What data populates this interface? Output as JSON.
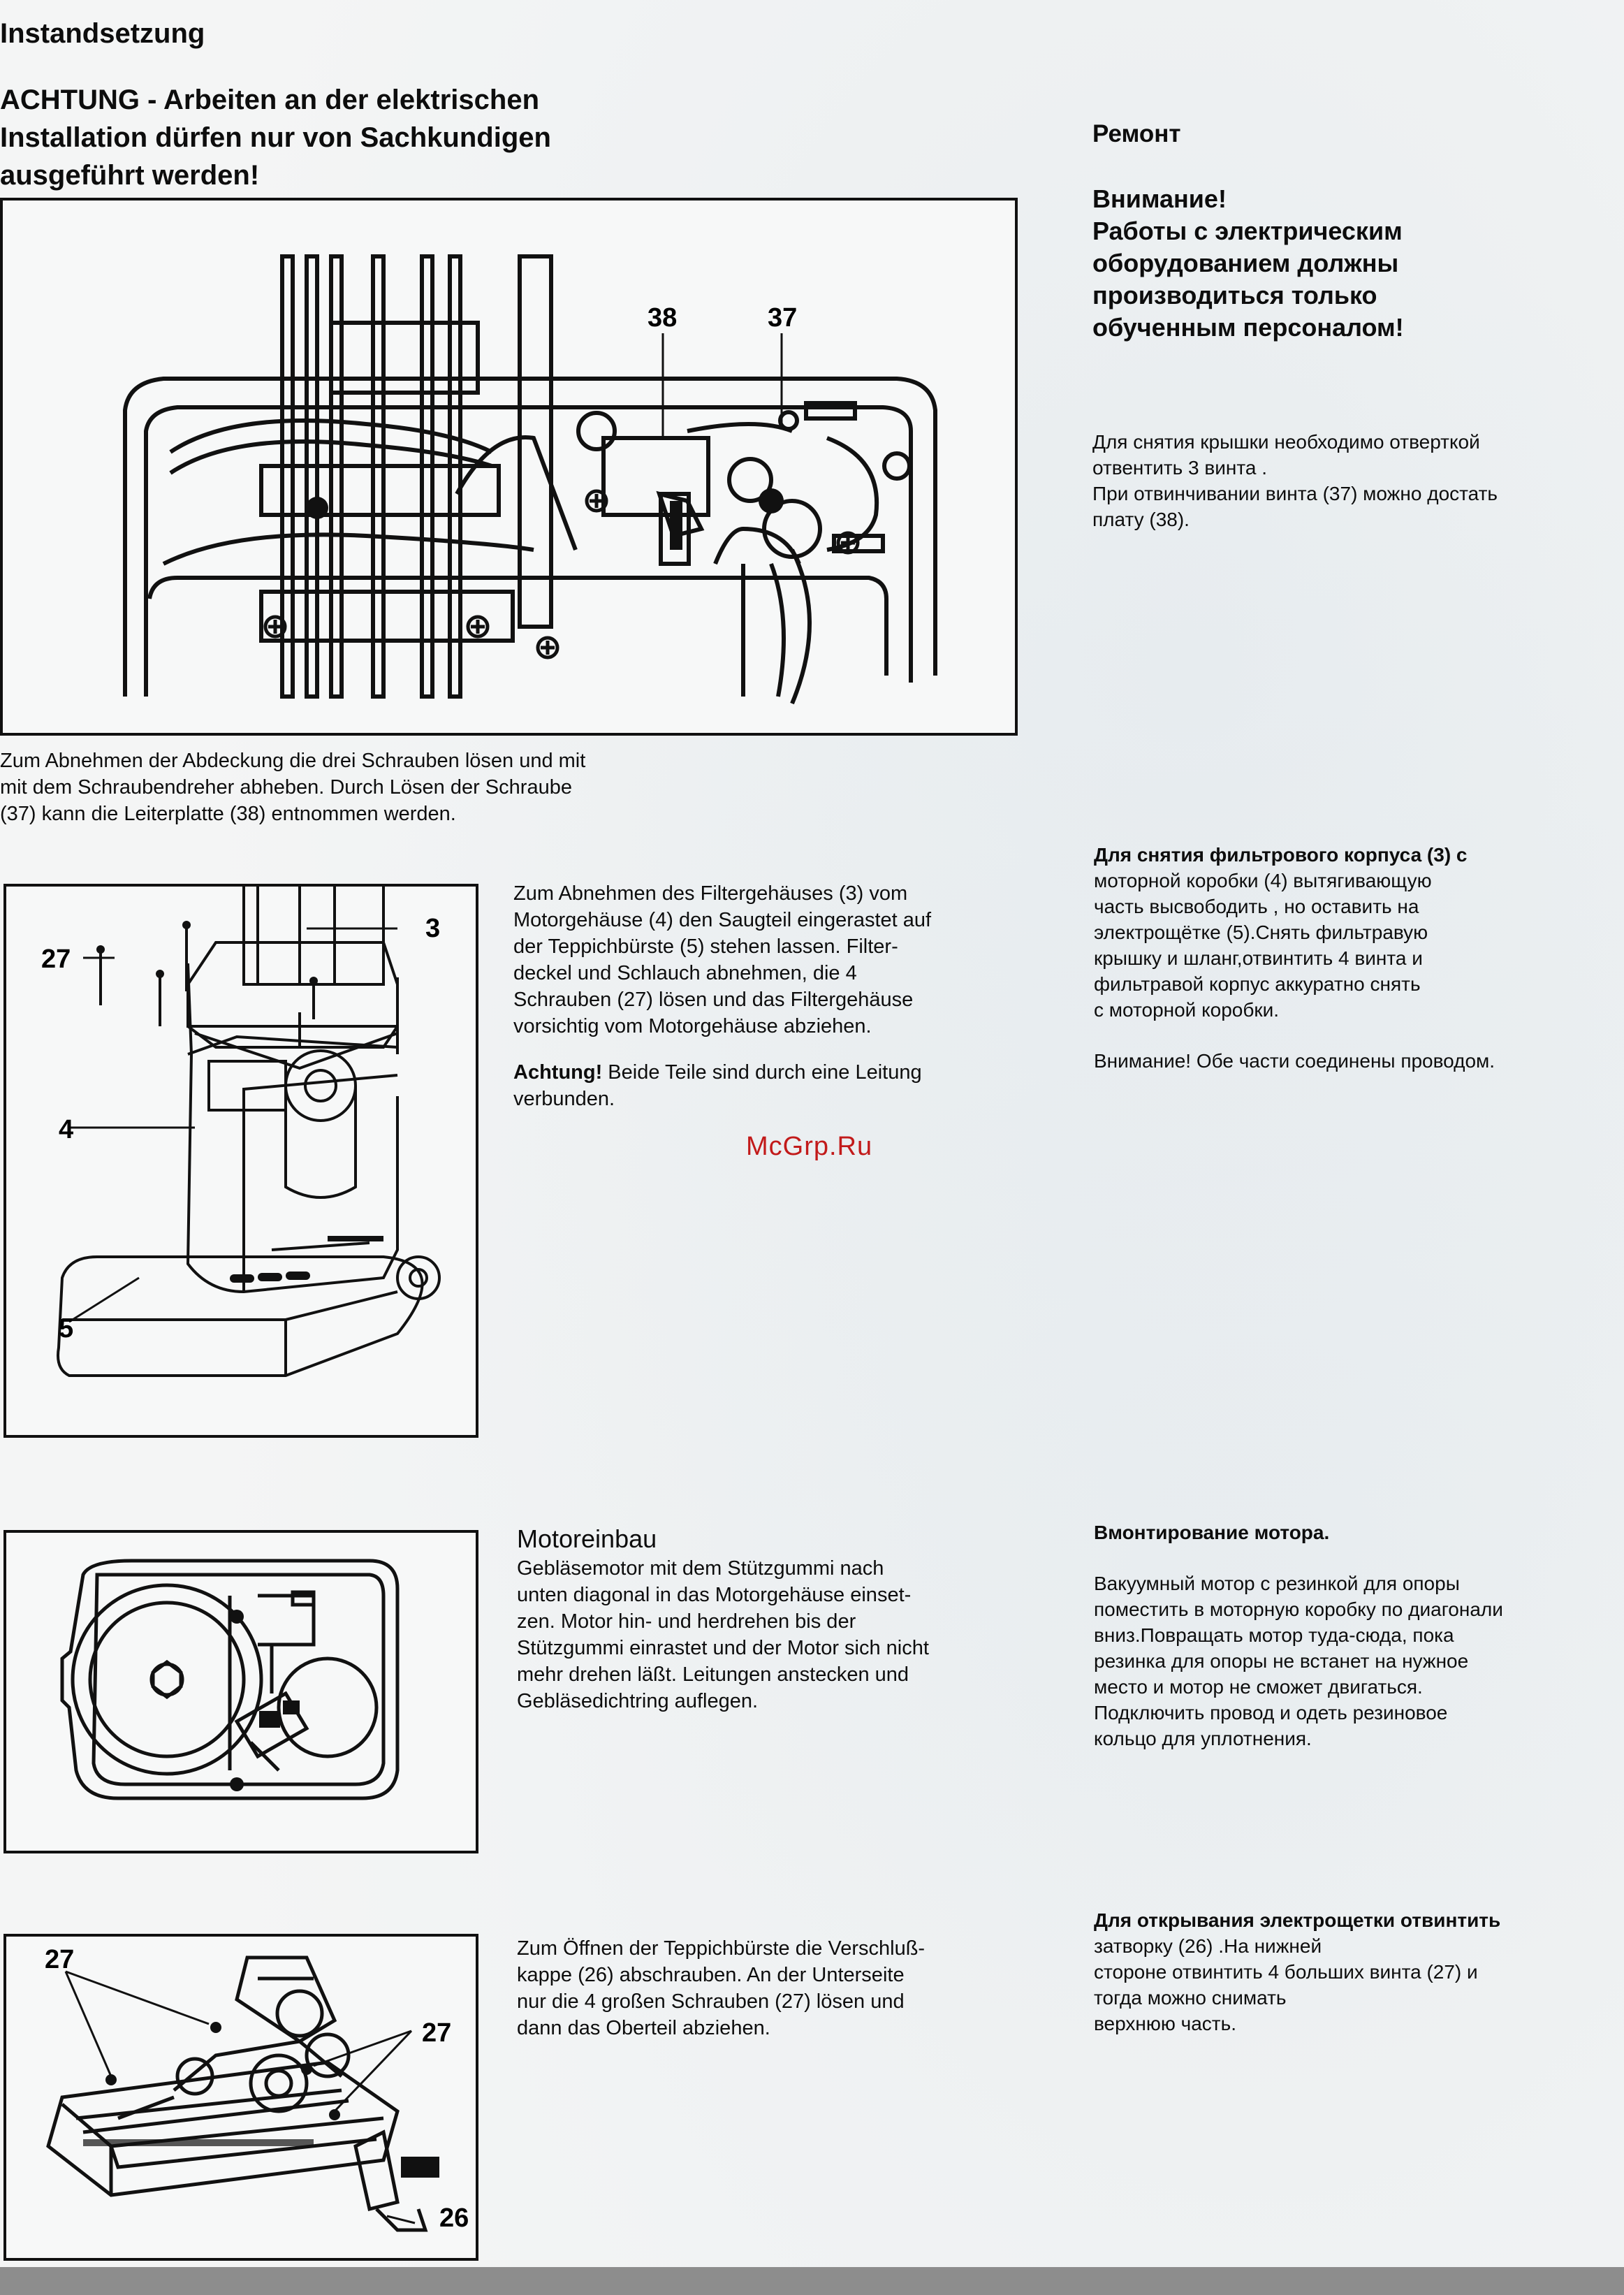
{
  "de": {
    "section_title": "Instandsetzung",
    "warning": [
      "ACHTUNG - Arbeiten an der elektrischen",
      "Installation dürfen nur von Sachkundigen",
      "ausgeführt werden!"
    ],
    "fig1_caption": [
      "Zum Abnehmen der Abdeckung die drei Schrauben lösen und mit",
      "mit dem Schraubendreher abheben. Durch Lösen der Schraube",
      "(37) kann die Leiterplatte (38) entnommen werden."
    ],
    "filter_text": [
      "Zum Abnehmen des Filtergehäuses (3) vom",
      "Motorgehäuse (4) den Saugteil eingerastet auf",
      "der Teppichbürste (5) stehen lassen. Filter-",
      "deckel und Schlauch abnehmen, die 4",
      "Schrauben (27) lösen und das Filtergehäuse",
      "vorsichtig vom Motorgehäuse abziehen."
    ],
    "filter_note_bold": "Achtung!",
    "filter_note_rest": " Beide Teile sind durch eine Leitung",
    "filter_note_line2": "verbunden.",
    "motor_title": "Motoreinbau",
    "motor_text": [
      "Gebläsemotor mit dem Stützgummi nach",
      "unten diagonal in das Motorgehäuse einset-",
      "zen. Motor hin- und herdrehen bis der",
      "Stützgummi einrastet und der Motor sich nicht",
      "mehr drehen läßt. Leitungen anstecken und",
      "Gebläsedichtring auflegen."
    ],
    "brush_text": [
      "Zum Öffnen der Teppichbürste die Verschluß-",
      "kappe (26) abschrauben. An der Unterseite",
      "nur die 4 großen Schrauben (27) lösen und",
      "dann das Oberteil abziehen."
    ]
  },
  "ru": {
    "section_title": "Ремонт",
    "warning": [
      "Внимание!",
      "Работы с электрическим",
      "оборудованием должны",
      "производиться только",
      "обученным персоналом!"
    ],
    "fig1_text": [
      "Для снятия крышки необходимо отверткой",
      "отвентить 3 винта .",
      "При отвинчивании винта (37) можно достать",
      "плату (38)."
    ],
    "filter_text": [
      "Для снятия фильтрового корпуса (3) с",
      "моторной коробки (4) вытягивающую",
      "часть высвободить , но оставить на",
      "электрощётке (5).Снять фильтравую",
      "крышку и шланг,отвинтить 4 винта и",
      "фильтравой корпус аккуратно  снять",
      "с моторной коробки."
    ],
    "filter_note": "Внимание! Обе части соединены проводом.",
    "motor_title": "Вмонтирование мотора.",
    "motor_text": [
      "Вакуумный мотор с резинкой для опоры",
      "поместить в моторную коробку по диагонали",
      "вниз.Повращать мотор туда-сюда, пока",
      "резинка для опоры не встанет на нужное",
      "место и мотор не сможет двигаться.",
      "Подключить провод и одеть резиновое",
      "кольцо для уплотнения."
    ],
    "brush_text": [
      "Для открывания электрощетки отвинтить",
      "затворку (26) .На нижней",
      "стороне отвинтить 4 больших винта (27) и",
      "тогда можно снимать",
      "верхнюю часть."
    ]
  },
  "figures": {
    "fig1_labels": [
      "38",
      "37"
    ],
    "fig2_labels": [
      "27",
      "3",
      "4",
      "5"
    ],
    "fig4_labels": [
      "27",
      "27",
      "26"
    ]
  },
  "watermark": "McGrp.Ru"
}
